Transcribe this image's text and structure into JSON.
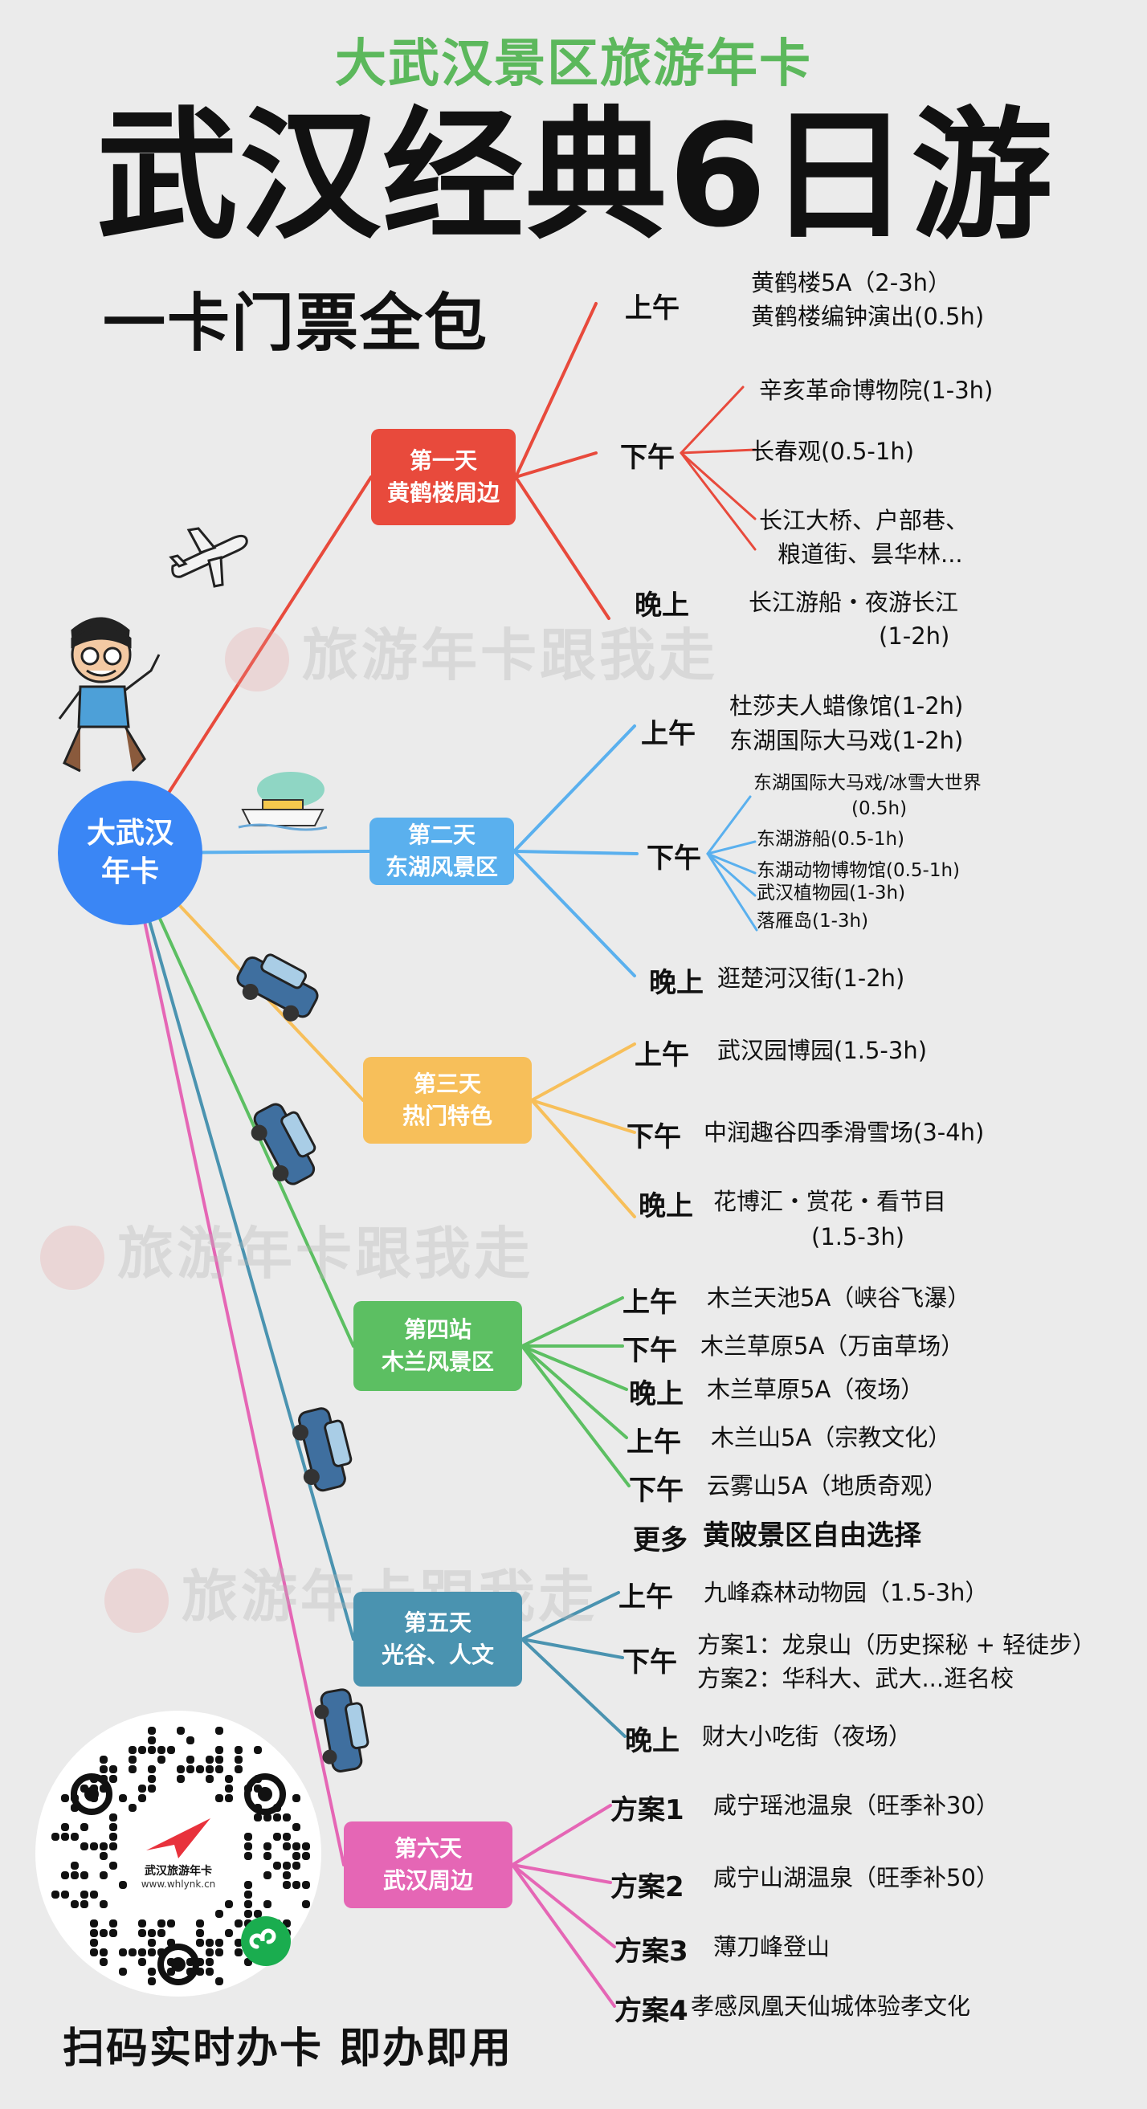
{
  "header": {
    "subtitle": "大武汉景区旅游年卡",
    "title": "武汉经典6日游",
    "tagline": "一卡门票全包"
  },
  "hub": {
    "line1": "大武汉",
    "line2": "年卡"
  },
  "colors": {
    "day1": "#e84a3c",
    "day2": "#5ab0ee",
    "day3": "#f7bf5a",
    "day4": "#5cbf62",
    "day5": "#4a93b0",
    "day6": "#e566b5",
    "hub": "#3a86f5",
    "subtitle": "#5cb85c"
  },
  "days": [
    {
      "line1": "第一天",
      "line2": "黄鹤楼周边",
      "slots": [
        {
          "label": "上午",
          "acts": [
            "黄鹤楼5A（2-3h）",
            "黄鹤楼编钟演出(0.5h)"
          ]
        },
        {
          "label": "下午",
          "acts": [
            "辛亥革命博物院(1-3h)",
            "长春观(0.5-1h)",
            "长江大桥、户部巷、",
            "粮道街、昙华林..."
          ]
        },
        {
          "label": "晚上",
          "acts": [
            "长江游船・夜游长江",
            "(1-2h)"
          ]
        }
      ]
    },
    {
      "line1": "第二天",
      "line2": "东湖风景区",
      "slots": [
        {
          "label": "上午",
          "acts": [
            "杜莎夫人蜡像馆(1-2h)",
            "东湖国际大马戏(1-2h)"
          ]
        },
        {
          "label": "下午",
          "acts": [
            "东湖国际大马戏/冰雪大世界",
            "(0.5h)",
            "东湖游船(0.5-1h)",
            "东湖动物博物馆(0.5-1h)",
            "武汉植物园(1-3h)",
            "落雁岛(1-3h)"
          ]
        },
        {
          "label": "晚上",
          "acts": [
            "逛楚河汉街(1-2h)"
          ]
        }
      ]
    },
    {
      "line1": "第三天",
      "line2": "热门特色",
      "slots": [
        {
          "label": "上午",
          "acts": [
            "武汉园博园(1.5-3h)"
          ]
        },
        {
          "label": "下午",
          "acts": [
            "中润趣谷四季滑雪场(3-4h)"
          ]
        },
        {
          "label": "晚上",
          "acts": [
            "花博汇・赏花・看节目",
            "(1.5-3h)"
          ]
        }
      ]
    },
    {
      "line1": "第四站",
      "line2": "木兰风景区",
      "slots": [
        {
          "label": "上午",
          "acts": [
            "木兰天池5A（峡谷飞瀑）"
          ]
        },
        {
          "label": "下午",
          "acts": [
            "木兰草原5A（万亩草场）"
          ]
        },
        {
          "label": "晚上",
          "acts": [
            "木兰草原5A（夜场）"
          ]
        },
        {
          "label": "上午",
          "acts": [
            "木兰山5A（宗教文化）"
          ]
        },
        {
          "label": "下午",
          "acts": [
            "云雾山5A（地质奇观）"
          ]
        },
        {
          "label": "更多",
          "acts": [
            "黄陂景区自由选择"
          ]
        }
      ]
    },
    {
      "line1": "第五天",
      "line2": "光谷、人文",
      "slots": [
        {
          "label": "上午",
          "acts": [
            "九峰森林动物园（1.5-3h）"
          ]
        },
        {
          "label": "下午",
          "acts": [
            "方案1：龙泉山（历史探秘 + 轻徒步）",
            "方案2：华科大、武大...逛名校"
          ]
        },
        {
          "label": "晚上",
          "acts": [
            "财大小吃街（夜场）"
          ]
        }
      ]
    },
    {
      "line1": "第六天",
      "line2": "武汉周边",
      "slots": [
        {
          "label": "方案1",
          "acts": [
            "咸宁瑶池温泉（旺季补30）"
          ]
        },
        {
          "label": "方案2",
          "acts": [
            "咸宁山湖温泉（旺季补50）"
          ]
        },
        {
          "label": "方案3",
          "acts": [
            "薄刀峰登山"
          ]
        },
        {
          "label": "方案4",
          "acts": [
            "孝感凤凰天仙城体验孝文化"
          ]
        }
      ]
    }
  ],
  "watermark": "旅游年卡跟我走",
  "qr": {
    "brand": "武汉旅游年卡",
    "url": "www.whlynk.cn"
  },
  "footer": "扫码实时办卡 即办即用"
}
